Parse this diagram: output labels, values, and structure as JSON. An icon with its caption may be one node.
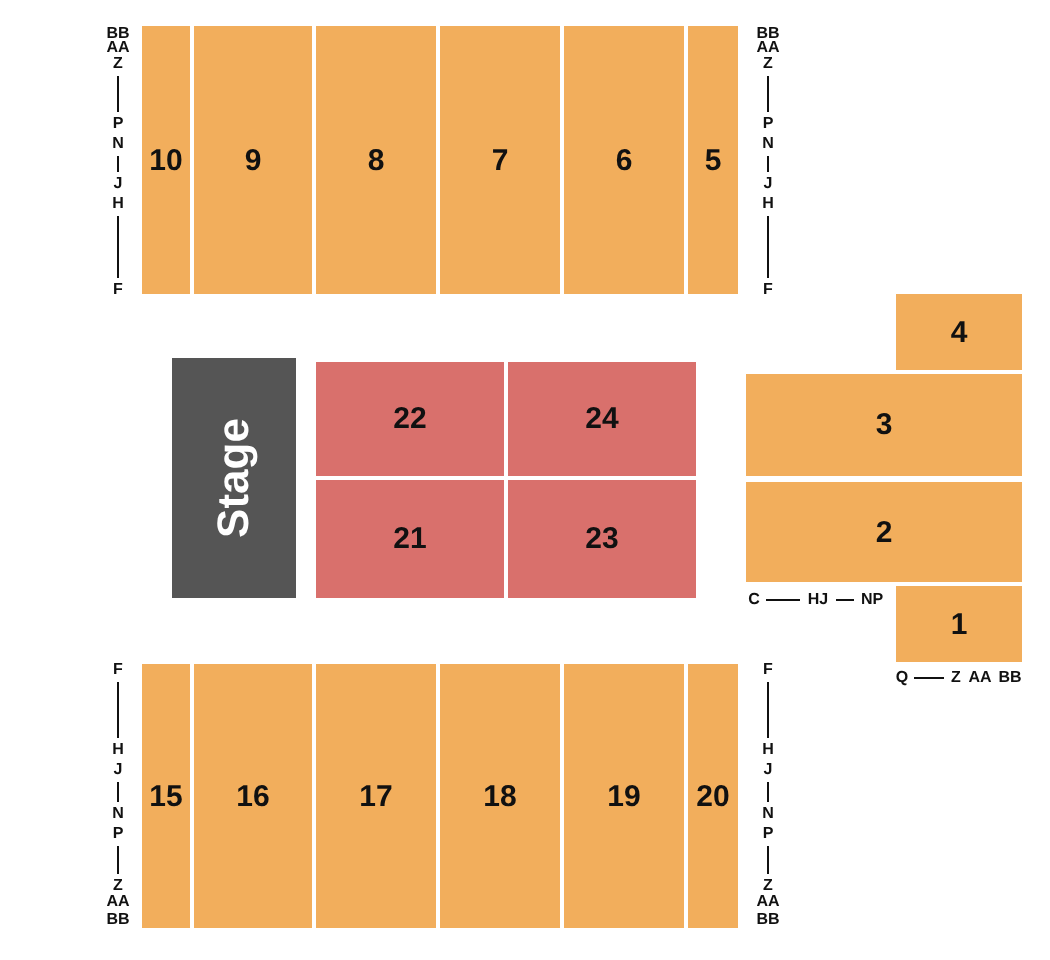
{
  "diagram": {
    "nodes": [
      {
        "text": [
          "10"
        ]
      },
      {
        "text": [
          "9"
        ]
      },
      {
        "text": [
          "8"
        ]
      },
      {
        "text": [
          "7"
        ]
      },
      {
        "text": [
          "6"
        ]
      },
      {
        "text": [
          "5"
        ]
      },
      {
        "text": [
          "4"
        ]
      },
      {
        "text": [
          "Stage"
        ]
      },
      {
        "text": [
          "22"
        ]
      },
      {
        "text": [
          "24"
        ]
      },
      {
        "text": [
          "3"
        ]
      },
      {
        "text": [
          "21"
        ]
      },
      {
        "text": [
          "23"
        ]
      },
      {
        "text": [
          "2"
        ]
      },
      {
        "text": [
          "1"
        ]
      },
      {
        "text": [
          "15"
        ]
      },
      {
        "text": [
          "16"
        ]
      },
      {
        "text": [
          "17"
        ]
      },
      {
        "text": [
          "18"
        ]
      },
      {
        "text": [
          "19"
        ]
      },
      {
        "text": [
          "20"
        ]
      }
    ],
    "labels": [
      "BB",
      "AA",
      "Z",
      "P",
      "N",
      "J",
      "H",
      "F",
      "BB",
      "AA",
      "Z",
      "P",
      "N",
      "J",
      "H",
      "F",
      "C",
      "HJ",
      "NP",
      "Q",
      "Z",
      "AA",
      "BB",
      "F",
      "H",
      "J",
      "N",
      "P",
      "Z",
      "AA",
      "BB",
      "F",
      "H",
      "J",
      "N",
      "P",
      "Z",
      "AA",
      "BB"
    ]
  }
}
